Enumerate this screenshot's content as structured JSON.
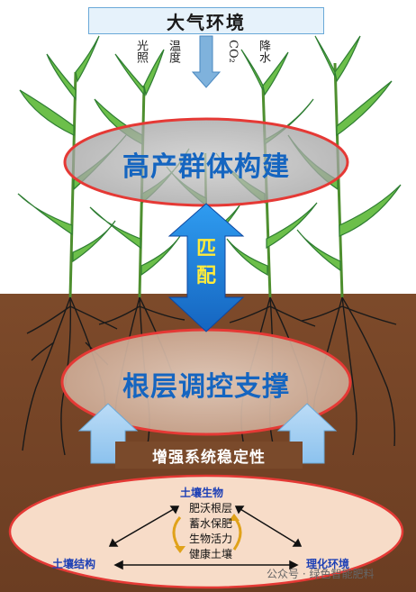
{
  "diagram": {
    "title": "大气环境",
    "factors": [
      "光照",
      "温度",
      "CO₂",
      "降水"
    ],
    "canopy_label": "高产群体构建",
    "match_label": "匹配",
    "root_label": "根层调控支撑",
    "stability_label": "增强系统稳定性",
    "soil": {
      "top": "土壤生物",
      "left": "土壤结构",
      "right": "理化环境",
      "center": [
        "肥沃根层",
        "蓄水保肥",
        "生物活力",
        "健康土壤"
      ]
    }
  },
  "watermark": "公众号 · 绿色智能肥料",
  "colors": {
    "sky": "#ffffff",
    "soil": "#7a4a2b",
    "ellipse_outline": "#e53935",
    "arrow_blue": "#1e88e5",
    "title_blue": "#1565c0"
  }
}
